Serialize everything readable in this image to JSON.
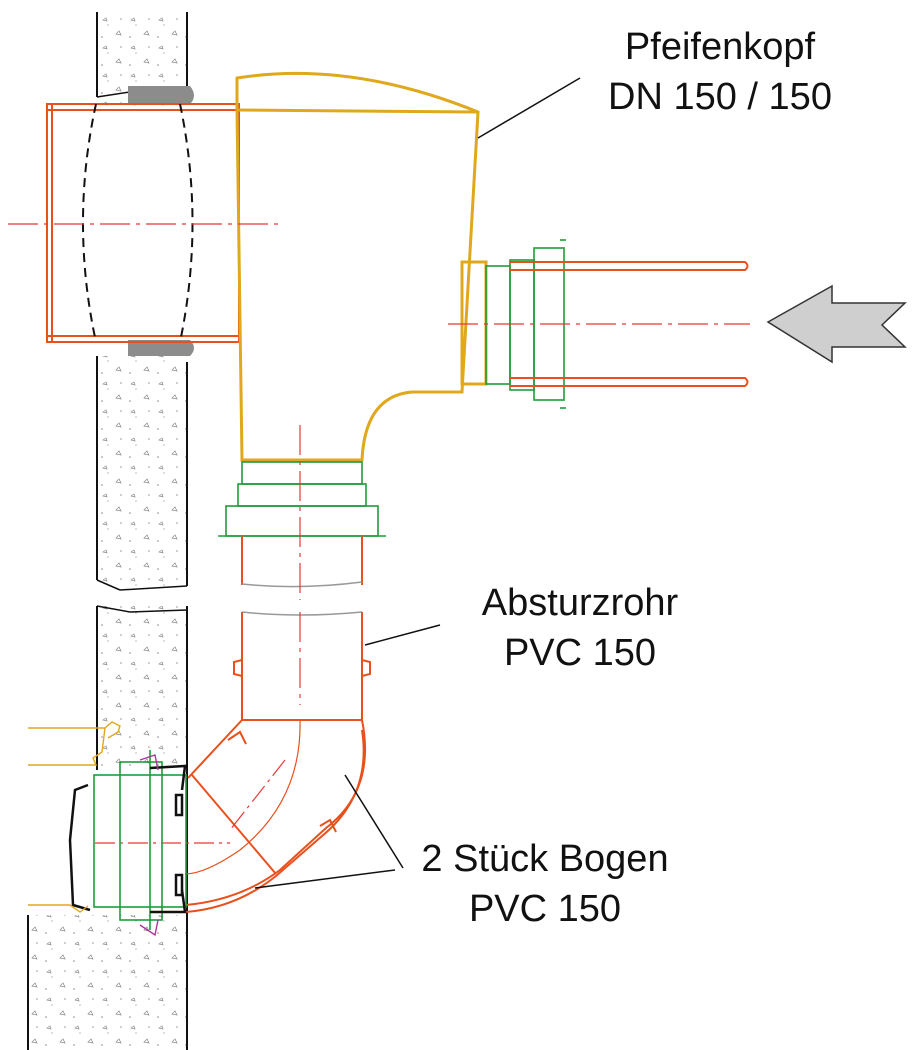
{
  "labels": {
    "pfeifenkopf": {
      "line1": "Pfeifenkopf",
      "line2": "DN 150 / 150"
    },
    "absturzrohr": {
      "line1": "Absturzrohr",
      "line2": "PVC 150"
    },
    "bogen": {
      "line1": "2 Stück Bogen",
      "line2": "PVC 150"
    }
  },
  "colors": {
    "pipe_orange": "#e8501c",
    "fitting_gold": "#e0a81c",
    "seal_green": "#1f9d3a",
    "centerline_red": "#e53935",
    "wall_black": "#111111",
    "arrow_grey": "#cfcfcf"
  },
  "icons": {
    "flow_direction": "arrow-left-icon"
  }
}
